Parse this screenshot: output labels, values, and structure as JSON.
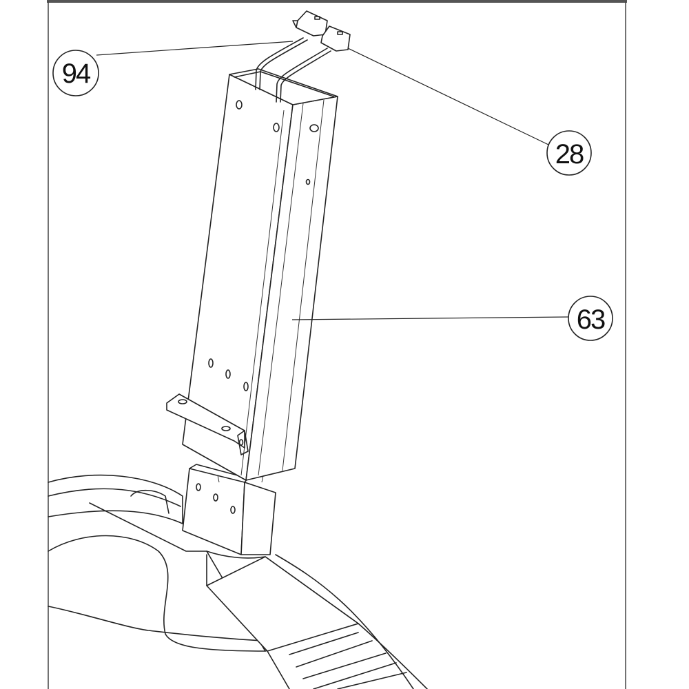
{
  "diagram": {
    "callouts": [
      {
        "id": "94",
        "label": "94",
        "part": "wire-connector-left"
      },
      {
        "id": "28",
        "label": "28",
        "part": "wire-connector-right"
      },
      {
        "id": "63",
        "label": "63",
        "part": "upright-column"
      }
    ]
  }
}
